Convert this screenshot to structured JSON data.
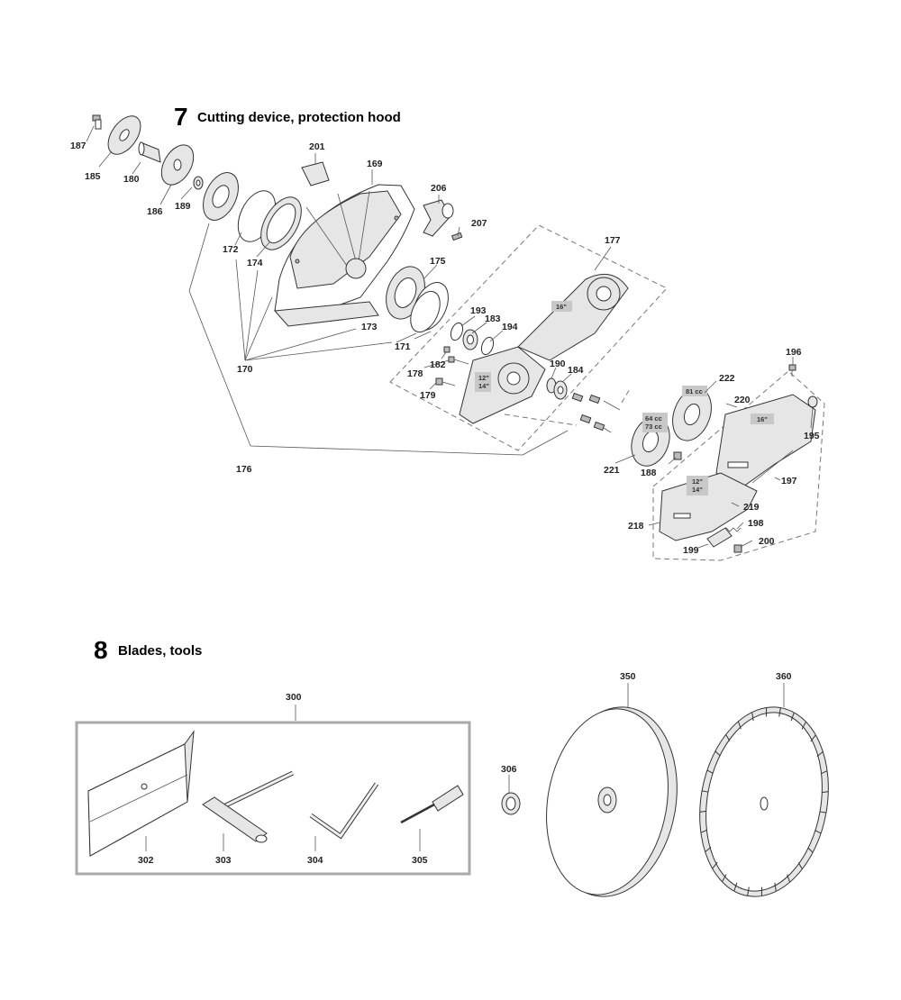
{
  "section7": {
    "number": "7",
    "title": "Cutting device, protection hood"
  },
  "section8": {
    "number": "8",
    "title": "Blades, tools"
  },
  "callouts7": {
    "c187": "187",
    "c185": "185",
    "c180": "180",
    "c186": "186",
    "c189": "189",
    "c201": "201",
    "c169": "169",
    "c206": "206",
    "c207": "207",
    "c172": "172",
    "c174": "174",
    "c175": "175",
    "c177": "177",
    "c193": "193",
    "c183": "183",
    "c194": "194",
    "c173": "173",
    "c171": "171",
    "c170": "170",
    "c182": "182",
    "c178": "178",
    "c179": "179",
    "c190": "190",
    "c184": "184",
    "c196": "196",
    "c222": "222",
    "c220": "220",
    "c195": "195",
    "c176": "176",
    "c221": "221",
    "c188": "188",
    "c197": "197",
    "c219": "219",
    "c218": "218",
    "c198": "198",
    "c199": "199",
    "c200": "200"
  },
  "tags": {
    "t16a": "16\"",
    "t12a": "12\"",
    "t14a": "14\"",
    "t81": "81 cc",
    "t64": "64 cc",
    "t73": "73 cc",
    "t16b": "16\"",
    "t12b": "12\"",
    "t14b": "14\""
  },
  "callouts8": {
    "c300": "300",
    "c302": "302",
    "c303": "303",
    "c304": "304",
    "c305": "305",
    "c306": "306",
    "c350": "350",
    "c360": "360"
  }
}
